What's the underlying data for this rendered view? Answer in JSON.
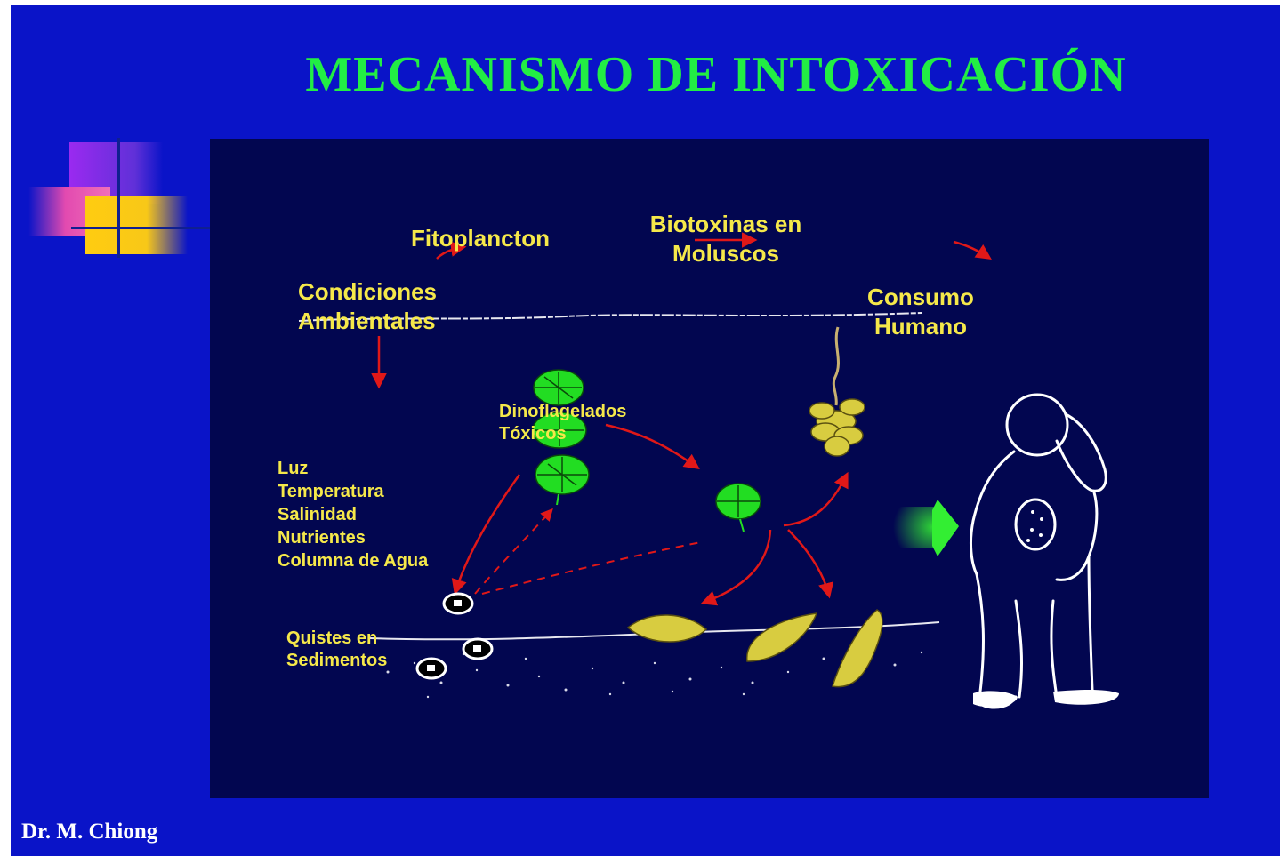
{
  "slide": {
    "title": "MECANISMO DE INTOXICACIÓN",
    "author": "Dr. M. Chiong",
    "background_color": "#0a14c8",
    "title_color": "#22ee44",
    "label_color": "#f5e84a"
  },
  "diagram": {
    "labels": {
      "fitoplancton": "Fitoplancton",
      "biotoxinas_line1": "Biotoxinas en",
      "biotoxinas_line2": "Moluscos",
      "condiciones_line1": "Condiciones",
      "condiciones_line2": "Ambientales",
      "consumo_line1": "Consumo",
      "consumo_line2": "Humano",
      "dino_line1": "Dinoflagelados",
      "dino_line2": "Tóxicos",
      "factors": [
        "Luz",
        "Temperatura",
        "Salinidad",
        "Nutrientes",
        "Columna de Agua"
      ],
      "quistes_line1": "Quistes en",
      "quistes_line2": "Sedimentos"
    },
    "icons": {
      "dinoflagellate": "dinoflagellate-icon",
      "cyst": "cyst-icon",
      "mussel_cluster": "mussel-cluster-icon",
      "shellfish": "shellfish-icon",
      "human": "sick-human-icon"
    },
    "colors": {
      "arrow": "#e01818",
      "dinoflagellate": "#22dd22",
      "shellfish": "#d8cc40",
      "outline": "#ffffff"
    }
  }
}
